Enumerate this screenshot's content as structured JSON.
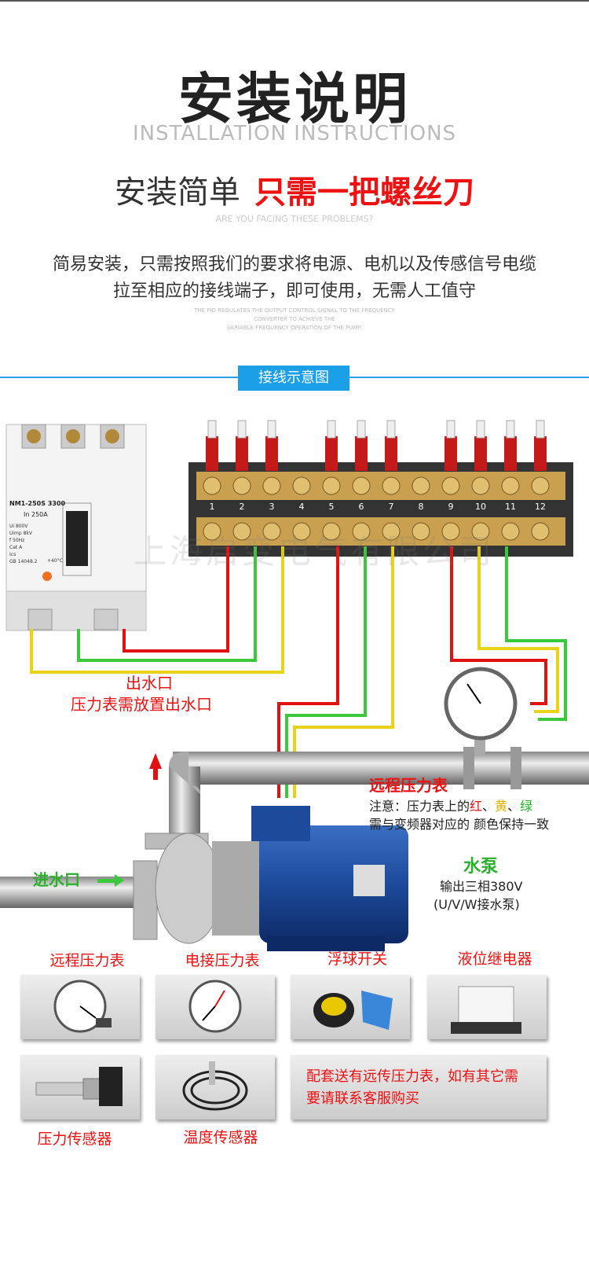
{
  "header": {
    "title": "安装说明",
    "subtitle": "INSTALLATION INSTRUCTIONS",
    "tagline_left": "安装简单",
    "tagline_right": "只需一把螺丝刀",
    "small_caption": "ARE YOU FACING THESE PROBLEMS?",
    "description_line1": "简易安装，只需按照我们的要求将电源、电机以及传感信号电缆",
    "description_line2": "拉至相应的接线端子，即可使用，无需人工值守",
    "tiny_line1": "THE PID REGULATES THE OUTPUT CONTROL SIGNAL TO THE FREQUENCY",
    "tiny_line2": "CONVERTER TO ACHIEVE THE",
    "tiny_line3": "VARIABLE FREQUENCY OPERATION OF THE PUMP."
  },
  "section_badge": "接线示意图",
  "breaker": {
    "model": "NM1-250S",
    "model_suffix": "3300",
    "rating": "In 250A",
    "spec_rows": [
      "Ui 800V",
      "Uimp 8kV",
      "f 50Hz",
      "Cat A",
      "Ics",
      "GB 14048.2"
    ],
    "temp": "+40°C"
  },
  "terminal_numbers": [
    "1",
    "2",
    "3",
    "4",
    "5",
    "6",
    "7",
    "8",
    "9",
    "10",
    "11",
    "12"
  ],
  "watermark": "上海启变电气有限公司",
  "labels": {
    "outlet_line1": "出水口",
    "outlet_line2": "压力表需放置出水口",
    "remote_gauge": "远程压力表",
    "note_prefix": "注意：压力表上的",
    "note_red": "红",
    "note_sep1": "、",
    "note_yellow": "黄",
    "note_sep2": "、",
    "note_green": "绿",
    "note_line2": "需与变频器对应的 颜色保持一致",
    "inlet": "进水口",
    "pump_title": "水泵",
    "pump_line1": "输出三相380V",
    "pump_line2": "(U/V/W接水泵)"
  },
  "products": [
    {
      "label": "远程压力表",
      "icon": "remote-gauge-icon"
    },
    {
      "label": "电接压力表",
      "icon": "contact-gauge-icon"
    },
    {
      "label": "浮球开关",
      "icon": "float-switch-icon"
    },
    {
      "label": "液位继电器",
      "icon": "level-relay-icon"
    },
    {
      "label": "压力传感器",
      "icon": "pressure-sensor-icon"
    },
    {
      "label": "温度传感器",
      "icon": "temperature-sensor-icon"
    }
  ],
  "promo_line1": "配套送有远传压力表，如有其它需",
  "promo_line2": "要请联系客服购买",
  "colors": {
    "red": "#e11111",
    "yellow": "#e8d21a",
    "green": "#3cc83c",
    "accent": "#1b9fe6"
  }
}
